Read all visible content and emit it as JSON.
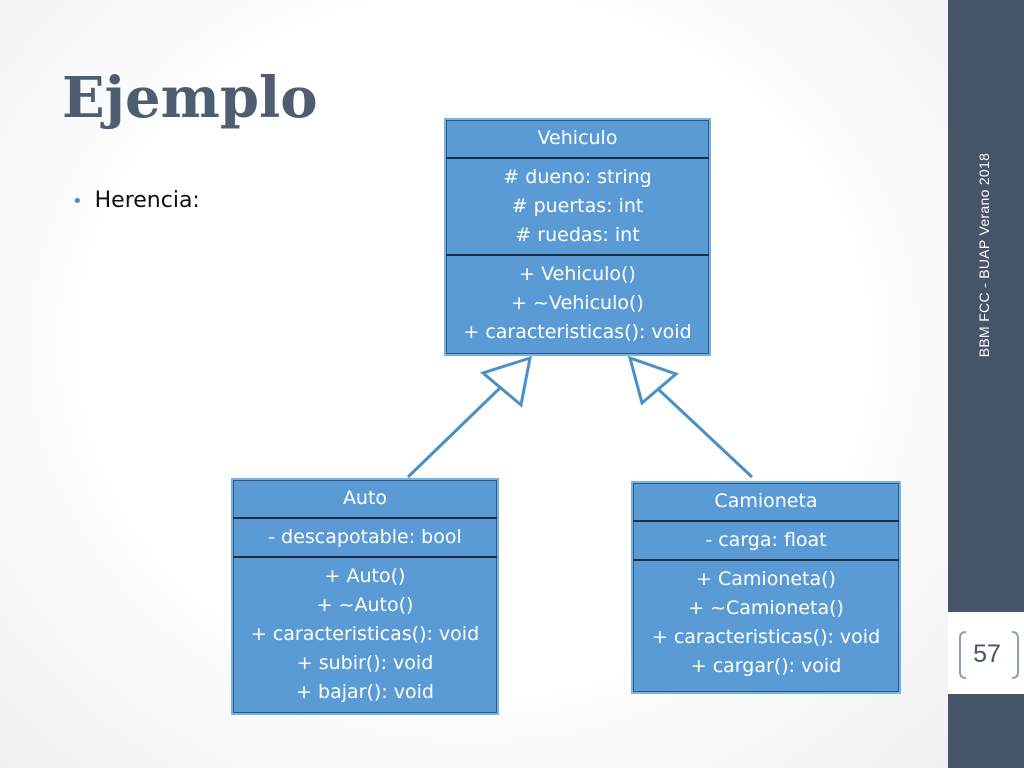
{
  "slide": {
    "title": "Ejemplo",
    "bullet": "Herencia:",
    "sidebar_text": "BBM     FCC - BUAP     Verano 2018",
    "page_number": "57"
  },
  "colors": {
    "class_fill": "#5b9bd5",
    "sidebar": "#465468",
    "title": "#4f5d70",
    "connector": "#4a90c8"
  },
  "classes": {
    "vehiculo": {
      "name": "Vehiculo",
      "attributes": [
        "# dueno: string",
        "# puertas: int",
        "# ruedas: int"
      ],
      "methods": [
        "+ Vehiculo()",
        "+ ~Vehiculo()",
        "+ caracteristicas(): void"
      ]
    },
    "auto": {
      "name": "Auto",
      "attributes": [
        "- descapotable: bool"
      ],
      "methods": [
        "+ Auto()",
        "+ ~Auto()",
        "+ caracteristicas(): void",
        "+ subir(): void",
        "+ bajar(): void"
      ]
    },
    "camioneta": {
      "name": "Camioneta",
      "attributes": [
        "- carga: float"
      ],
      "methods": [
        "+ Camioneta()",
        "+ ~Camioneta()",
        "+ caracteristicas(): void",
        "+ cargar(): void"
      ]
    }
  },
  "relations": [
    {
      "type": "inheritance",
      "from": "Auto",
      "to": "Vehiculo"
    },
    {
      "type": "inheritance",
      "from": "Camioneta",
      "to": "Vehiculo"
    }
  ]
}
